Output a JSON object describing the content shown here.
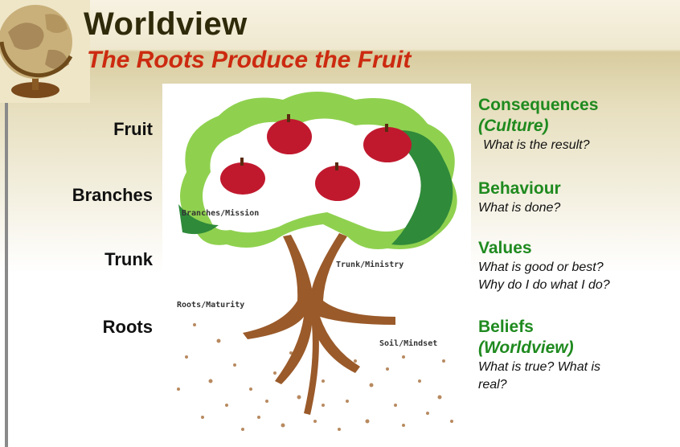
{
  "header": {
    "title": "Worldview",
    "subtitle": "The Roots Produce the Fruit"
  },
  "left_labels": [
    "Fruit",
    "Branches",
    "Trunk",
    "Roots"
  ],
  "tree_labels": {
    "branches": "Branches/Mission",
    "trunk": "Trunk/Ministry",
    "roots": "Roots/Maturity",
    "soil": "Soil/Mindset"
  },
  "right": {
    "consequences": {
      "heading": "Consequences",
      "sub": "(Culture)",
      "question": "What is the result?"
    },
    "behaviour": {
      "heading": "Behaviour",
      "question": "What is done?"
    },
    "values": {
      "heading": "Values",
      "question1": "What is good or best?",
      "question2": "Why do I do what I do?"
    },
    "beliefs": {
      "heading": "Beliefs",
      "sub": "(Worldview)",
      "question1": "What is true? What is",
      "question2": "real?"
    }
  },
  "colors": {
    "title": "#2e2a0a",
    "subtitle": "#cc2a10",
    "heading_green": "#1f8a1f",
    "leaf_light": "#8fd14f",
    "leaf_dark": "#2f8a3a",
    "apple": "#c0192e",
    "trunk": "#9a5a2a"
  }
}
